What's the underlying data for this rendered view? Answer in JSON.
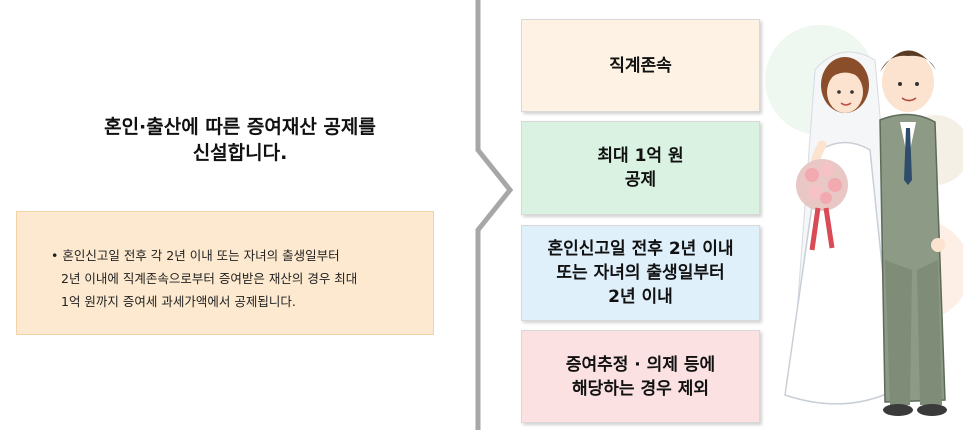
{
  "headline": {
    "line1": "혼인·출산에 따른 증여재산 공제를",
    "line2": "신설합니다."
  },
  "note": {
    "line1": "• 혼인신고일 전후 각 2년 이내 또는 자녀의 출생일부터",
    "line2": "2년 이내에 직계존속으로부터 증여받은 재산의 경우 최대",
    "line3": "1억 원까지 증여세 과세가액에서 공제됩니다."
  },
  "cards": [
    {
      "line1": "직계존속",
      "line2": "",
      "line3": "",
      "color": "#fdf2e3"
    },
    {
      "line1": "최대 1억 원",
      "line2": "공제",
      "line3": "",
      "color": "#d9f2e1"
    },
    {
      "line1": "혼인신고일 전후 2년 이내",
      "line2": "또는 자녀의 출생일부터",
      "line3": "2년 이내",
      "color": "#dff0fb"
    },
    {
      "line1": "증여추정 · 의제 등에",
      "line2": "해당하는 경우 제외",
      "line3": "",
      "color": "#fbe1e2"
    }
  ],
  "colors": {
    "note_background": "#fde9cf",
    "divider": "#a7a7a7"
  }
}
